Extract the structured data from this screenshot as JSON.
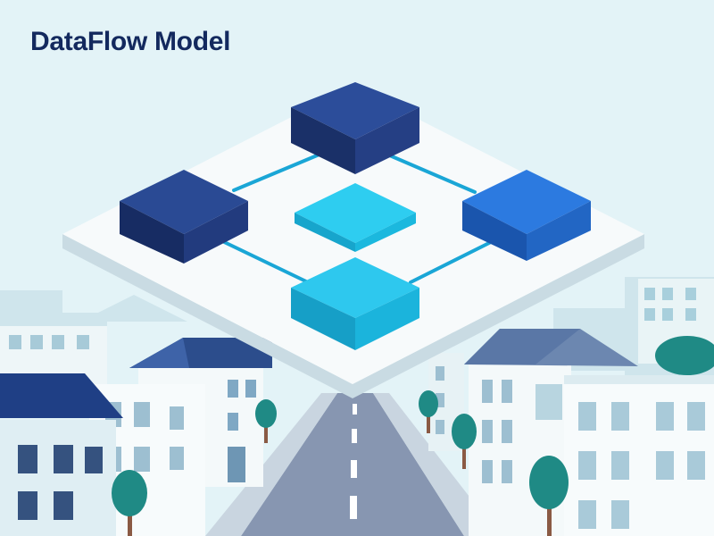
{
  "title": "DataFlow Model",
  "colors": {
    "background": "#e3f3f7",
    "title": "#13295e",
    "platform": "#f7fafb",
    "connector": "#1aa6d6",
    "node_navy": "#20397f",
    "node_blue": "#1f66c9",
    "node_cyan": "#1fbde4",
    "building": "#f5fafb",
    "roof": "#2a4a8a",
    "tree": "#1f8a85",
    "road": "#7e8fab"
  },
  "diagram": {
    "nodes": [
      {
        "id": "node-top",
        "color": "navy"
      },
      {
        "id": "node-left",
        "color": "navy"
      },
      {
        "id": "node-center",
        "color": "cyan"
      },
      {
        "id": "node-right",
        "color": "blue"
      },
      {
        "id": "node-bottom",
        "color": "cyan"
      }
    ],
    "connectors": [
      {
        "from": "node-left",
        "to": "node-top"
      },
      {
        "from": "node-top",
        "to": "node-right"
      },
      {
        "from": "node-left",
        "to": "node-bottom"
      },
      {
        "from": "node-right",
        "to": "node-bottom"
      }
    ]
  },
  "scene": {
    "background_icon": "isometric-city-street"
  }
}
